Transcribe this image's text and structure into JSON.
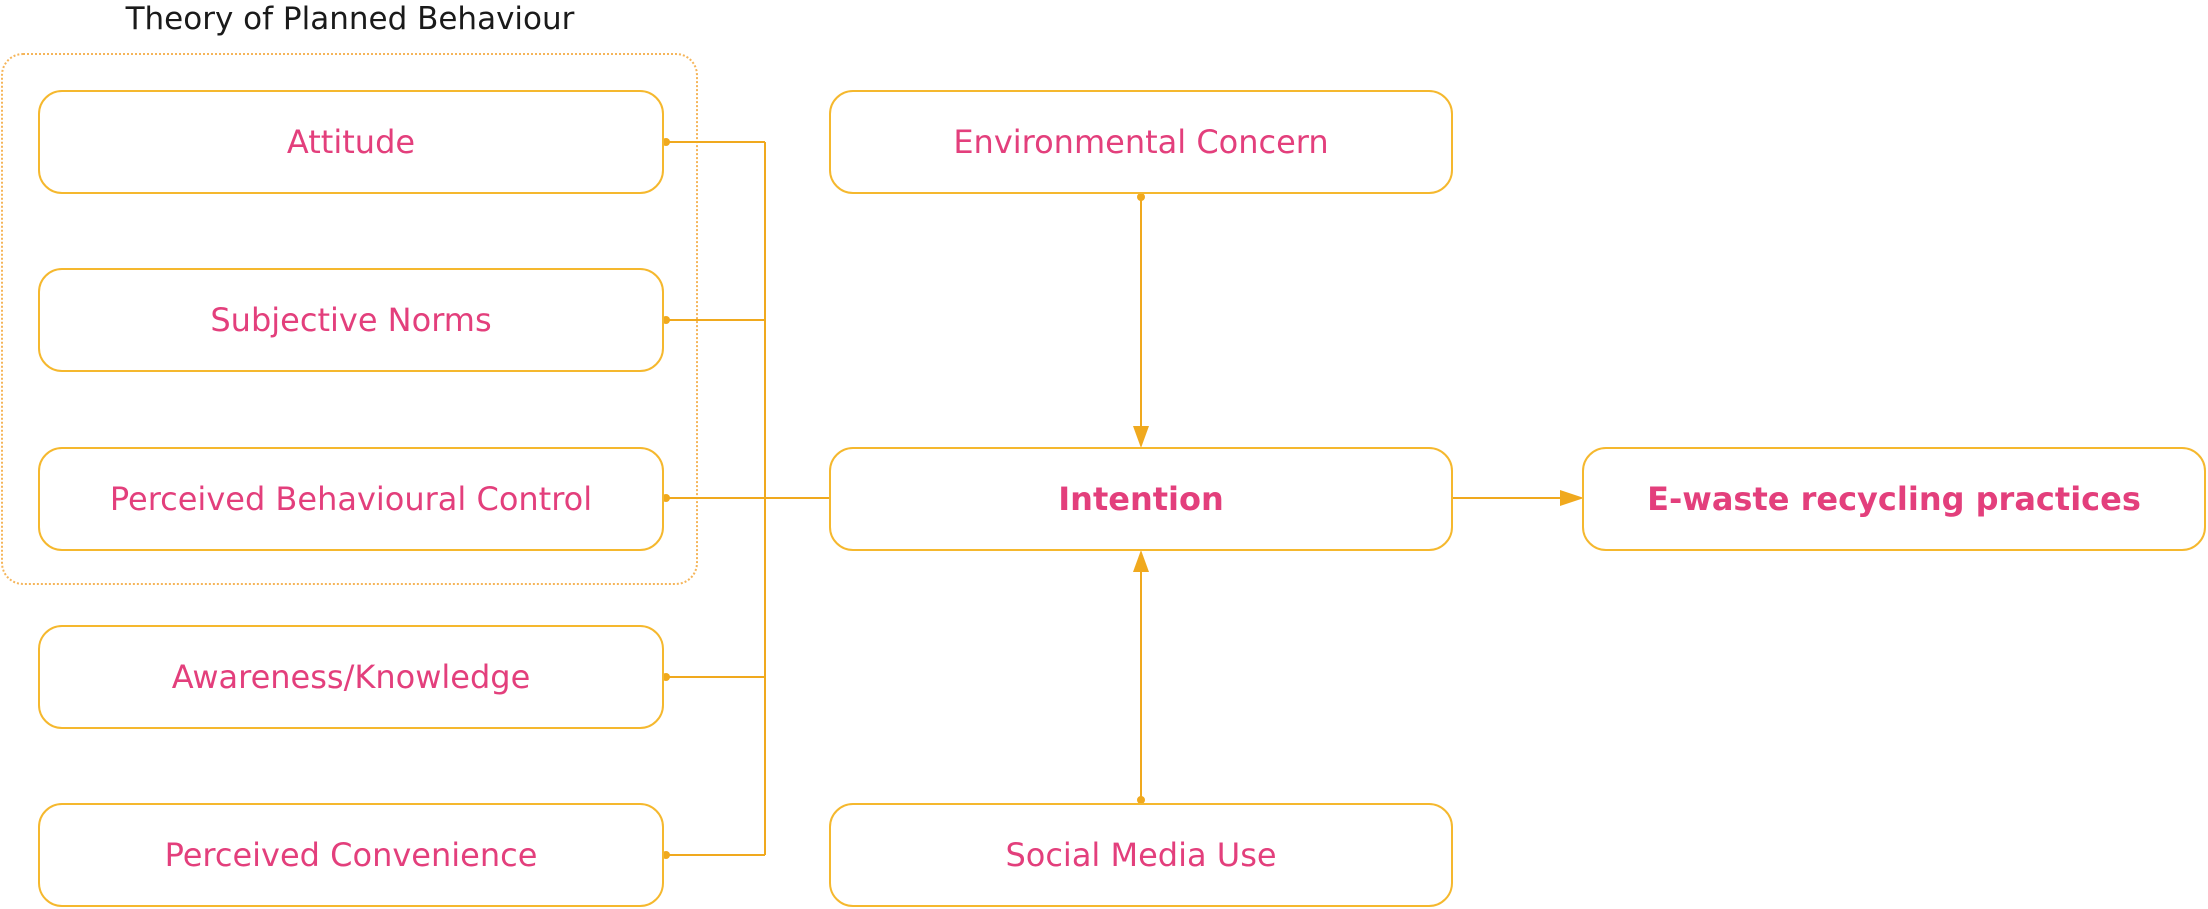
{
  "diagram": {
    "group_title": "Theory of Planned Behaviour",
    "nodes": {
      "attitude": "Attitude",
      "subjective_norms": "Subjective Norms",
      "perceived_behavioural_control": "Perceived Behavioural Control",
      "awareness_knowledge": "Awareness/Knowledge",
      "perceived_convenience": "Perceived Convenience",
      "environmental_concern": "Environmental Concern",
      "intention": "Intention",
      "social_media_use": "Social Media Use",
      "ewaste_recycling_practices": "E-waste recycling practices"
    },
    "colors": {
      "box_border": "#F5B82E",
      "connector": "#F0A91E",
      "label_text": "#E33F7C",
      "group_frame": "#F5B55A",
      "title_text": "#1a1a1a"
    }
  }
}
